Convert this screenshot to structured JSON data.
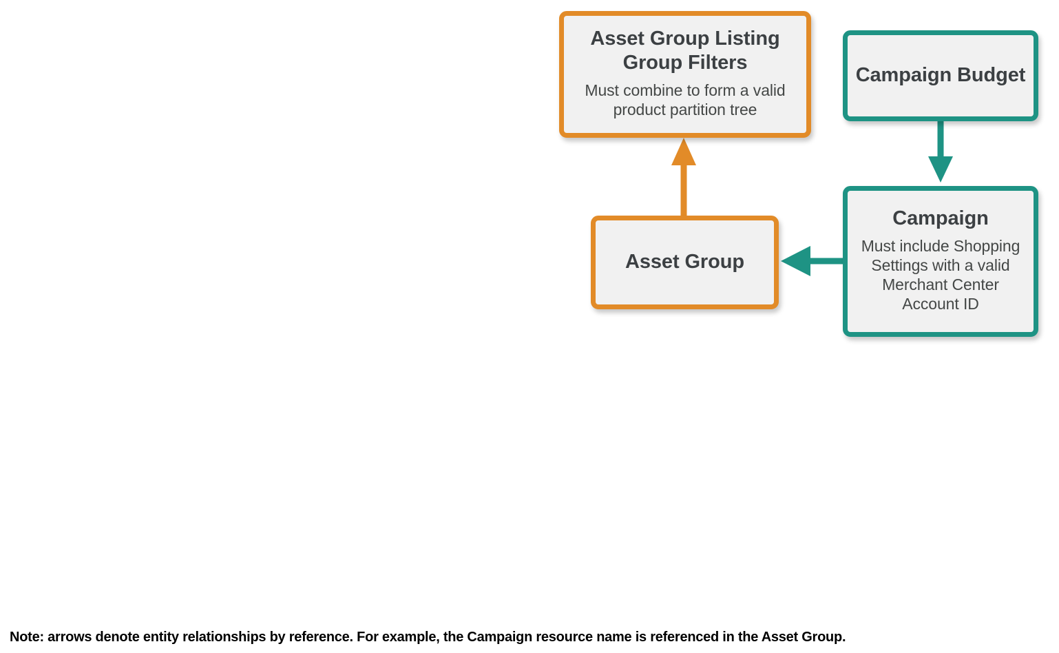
{
  "diagram": {
    "type": "entity-relationship",
    "colors": {
      "orange": "#e28b28",
      "teal": "#1e9384",
      "box_fill": "#f1f1f1",
      "title_text": "#3c4043",
      "subtitle_text": "#444746",
      "note_text": "#000000"
    },
    "nodes": [
      {
        "id": "asset-group-listing-group-filters",
        "title": "Asset Group Listing Group Filters",
        "subtitle": "Must combine to form a valid product partition tree",
        "color": "orange"
      },
      {
        "id": "campaign-budget",
        "title": "Campaign Budget",
        "subtitle": "",
        "color": "teal"
      },
      {
        "id": "asset-group",
        "title": "Asset Group",
        "subtitle": "",
        "color": "orange"
      },
      {
        "id": "campaign",
        "title": "Campaign",
        "subtitle": "Must include Shopping Settings with a valid Merchant Center Account ID",
        "color": "teal"
      }
    ],
    "edges": [
      {
        "id": "asset-group-to-listing-group-filters",
        "from": "asset-group",
        "to": "asset-group-listing-group-filters",
        "direction": "up",
        "color": "orange"
      },
      {
        "id": "campaign-budget-to-campaign",
        "from": "campaign-budget",
        "to": "campaign",
        "direction": "down",
        "color": "teal"
      },
      {
        "id": "campaign-to-asset-group",
        "from": "campaign",
        "to": "asset-group",
        "direction": "left",
        "color": "teal"
      }
    ],
    "note": "Note: arrows denote entity relationships by reference. For example, the Campaign resource name is referenced in the Asset Group."
  }
}
